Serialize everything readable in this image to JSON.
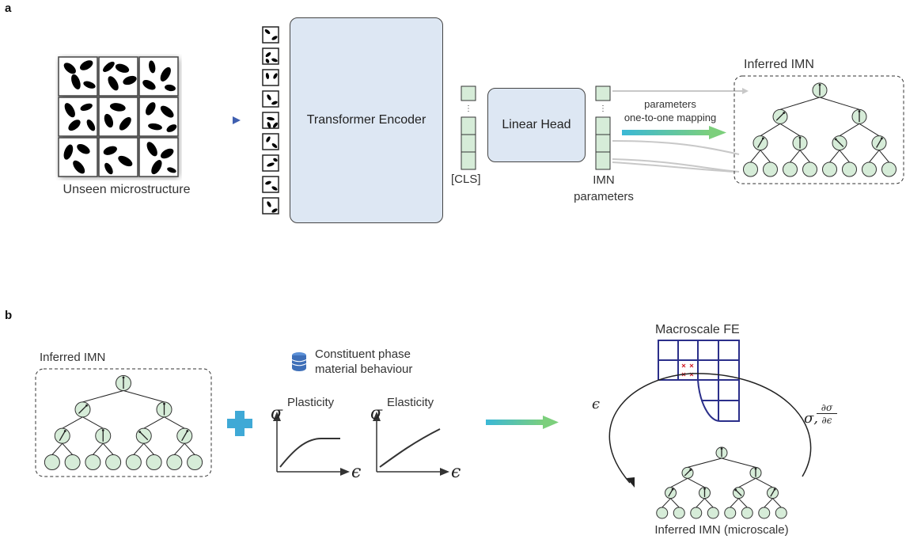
{
  "panel_a": {
    "label": "a",
    "input_caption": "Unseen microstructure",
    "encoder_label": "Transformer Encoder",
    "cls_label": "[CLS]",
    "head_label": "Linear Head",
    "imn_params_label": "IMN\nparameters",
    "mapping_label_1": "parameters",
    "mapping_label_2": "one-to-one mapping",
    "inferred_label": "Inferred IMN"
  },
  "panel_b": {
    "label": "b",
    "inferred_label": "Inferred IMN",
    "db_label_1": "Constituent phase",
    "db_label_2": "material behaviour",
    "plot1_title": "Plasticity",
    "plot2_title": "Elasticity",
    "y_symbol": "σ",
    "x_symbol": "ϵ",
    "fe_label": "Macroscale FE",
    "strain_label": "ϵ",
    "stress_label": "σ,",
    "tangent_num": "∂σ",
    "tangent_den": "∂ϵ",
    "micro_caption": "Inferred IMN (microscale)"
  },
  "colors": {
    "block_fill": "#dde7f3",
    "node_fill": "#d6ecd8",
    "fe_grid": "#2b2f8a",
    "plus": "#3fa9d6",
    "arrow_start": "#3bb8d6",
    "arrow_end": "#7ccf7c",
    "db_icon": "#3e6fb8",
    "marker": "#d0202a"
  },
  "icons": [
    "database-icon",
    "plus-icon",
    "gradient-arrow-icon"
  ]
}
